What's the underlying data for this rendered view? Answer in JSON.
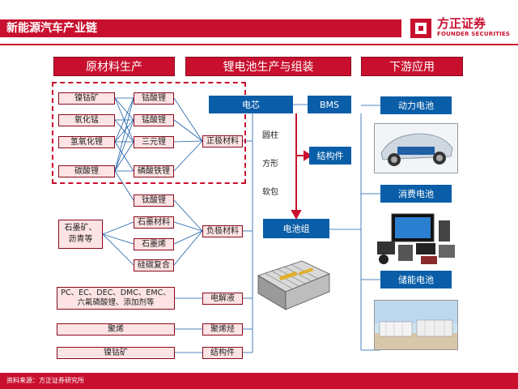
{
  "header": {
    "title": "新能源汽车产业链"
  },
  "logo": {
    "cn": "方正证券",
    "en": "FOUNDER SECURITIES"
  },
  "sections": {
    "raw": "原材料生产",
    "battery": "锂电池生产与组装",
    "downstream": "下游应用"
  },
  "raw": {
    "ores": [
      "镍钴矿",
      "氧化锰",
      "氢氧化锂",
      "碳酸锂"
    ],
    "salts": [
      "钴酸锂",
      "锰酸锂",
      "三元锂",
      "磷酸铁锂",
      "钛酸锂"
    ],
    "graphite_source": "石墨矿、沥青等",
    "graphite": [
      "石墨材料",
      "石墨烯",
      "硅碳复合"
    ],
    "electrolyte_source": "PC、EC、DEC、DMC、EMC、六氟磷酸锂、添加剂等",
    "separator_source": "聚烯",
    "structure_source": "镍钴矿"
  },
  "mid": {
    "cathode": "正极材料",
    "anode": "负极材料",
    "electrolyte": "电解液",
    "separator": "聚烯烃",
    "structure": "结构件"
  },
  "battery": {
    "cell": "电芯",
    "bms": "BMS",
    "struct": "结构件",
    "pack": "电池组",
    "shapes": [
      "圆柱",
      "方形",
      "软包"
    ]
  },
  "downstream": {
    "items": [
      "动力电池",
      "消费电池",
      "储能电池"
    ]
  },
  "footer": {
    "source": "资料来源：方正证券研究所"
  }
}
